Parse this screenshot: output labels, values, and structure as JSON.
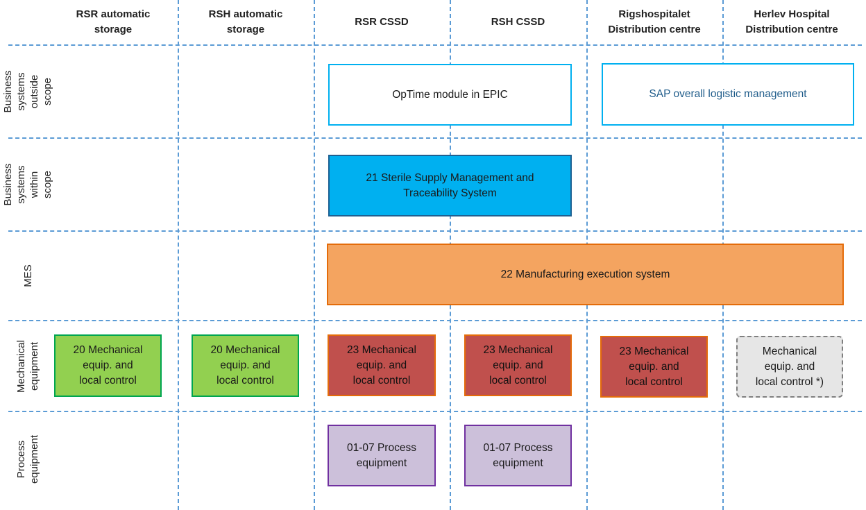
{
  "columns": [
    {
      "label": "RSR automatic\nstorage"
    },
    {
      "label": "RSH automatic\nstorage"
    },
    {
      "label": "RSR CSSD"
    },
    {
      "label": "RSH CSSD"
    },
    {
      "label": "Rigshospitalet\nDistribution centre"
    },
    {
      "label": "Herlev Hospital\nDistribution centre"
    }
  ],
  "rows": [
    {
      "label": "Business systems\noutside scope"
    },
    {
      "label": "Business\nsystems\nwithin scope"
    },
    {
      "label": "MES"
    },
    {
      "label": "Mechanical\nequipment"
    },
    {
      "label": "Process\nequipment"
    }
  ],
  "boxes": {
    "optime": "OpTime module in EPIC",
    "sap": "SAP overall logistic management",
    "sterile": "21 Sterile Supply Management and\nTraceability System",
    "mes": "22 Manufacturing execution system",
    "mech_rsr_storage": "20 Mechanical\nequip. and\nlocal control",
    "mech_rsh_storage": "20 Mechanical\nequip. and\nlocal control",
    "mech_rsr_cssd": "23 Mechanical\nequip. and\nlocal control",
    "mech_rsh_cssd": "23 Mechanical\nequip. and\nlocal control",
    "mech_rigs_dc": "23 Mechanical\nequip. and\nlocal control",
    "mech_herlev_dc": "Mechanical\nequip. and\nlocal control *)",
    "proc_rsr_cssd": "01-07 Process\nequipment",
    "proc_rsh_cssd": "01-07 Process\nequipment"
  }
}
